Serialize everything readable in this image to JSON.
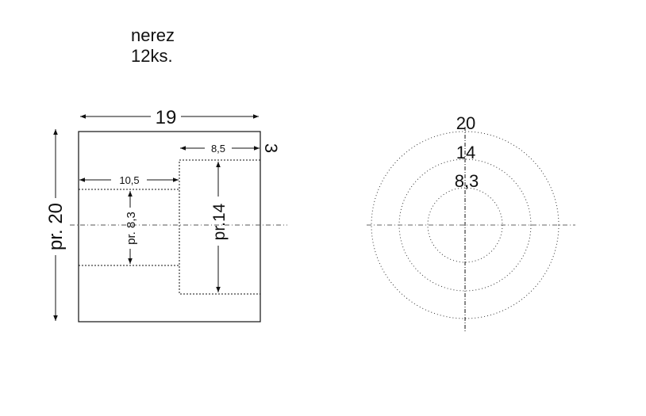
{
  "notes": {
    "material": "nerez",
    "quantity": "12ks."
  },
  "side_view": {
    "length": "19",
    "step_length": "8,5",
    "wall": "3",
    "bore_length": "10,5",
    "outer_diameter": "pr. 20",
    "bore_diameter": "pr. 8,3",
    "counterbore_diameter": "pr.14"
  },
  "end_view": {
    "outer": "20",
    "middle": "14",
    "inner": "8,3"
  }
}
